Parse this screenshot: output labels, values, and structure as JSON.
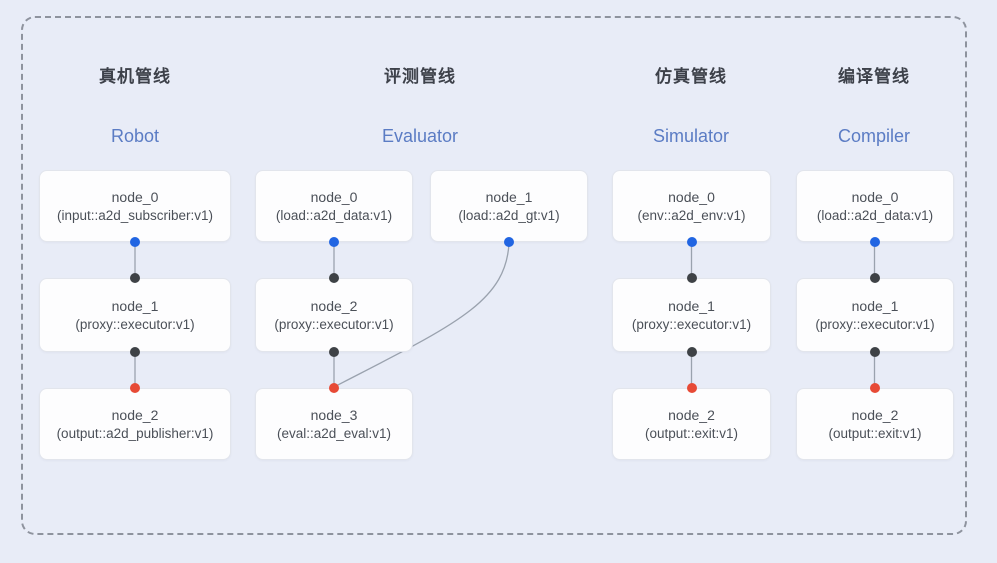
{
  "diagram": {
    "type": "pipeline-node-graph",
    "colors": {
      "background": "#e8ecf7",
      "frame_dash": "#8e939e",
      "node_bg": "#fdfdfe",
      "node_border": "#e2e5ec",
      "node_text": "#4b5058",
      "header_cn": "#3d414a",
      "header_en": "#5b7cc4",
      "edge_line": "#9aa2ae",
      "port_source_dot": "#2165e2",
      "port_input_dot": "#3e4246",
      "port_sink_dot": "#e74a36"
    },
    "pipelines": [
      {
        "title_cn": "真机管线",
        "title_en": "Robot",
        "nodes": [
          {
            "title": "node_0",
            "subtitle": "(input::a2d_subscriber:v1)"
          },
          {
            "title": "node_1",
            "subtitle": "(proxy::executor:v1)"
          },
          {
            "title": "node_2",
            "subtitle": "(output::a2d_publisher:v1)"
          }
        ],
        "edges": [
          "node_0->node_1",
          "node_1->node_2"
        ]
      },
      {
        "title_cn": "评测管线",
        "title_en": "Evaluator",
        "nodes": [
          {
            "title": "node_0",
            "subtitle": "(load::a2d_data:v1)"
          },
          {
            "title": "node_1",
            "subtitle": "(load::a2d_gt:v1)"
          },
          {
            "title": "node_2",
            "subtitle": "(proxy::executor:v1)"
          },
          {
            "title": "node_3",
            "subtitle": "(eval::a2d_eval:v1)"
          }
        ],
        "edges": [
          "node_0->node_2",
          "node_1->node_3",
          "node_2->node_3"
        ]
      },
      {
        "title_cn": "仿真管线",
        "title_en": "Simulator",
        "nodes": [
          {
            "title": "node_0",
            "subtitle": "(env::a2d_env:v1)"
          },
          {
            "title": "node_1",
            "subtitle": "(proxy::executor:v1)"
          },
          {
            "title": "node_2",
            "subtitle": "(output::exit:v1)"
          }
        ],
        "edges": [
          "node_0->node_1",
          "node_1->node_2"
        ]
      },
      {
        "title_cn": "编译管线",
        "title_en": "Compiler",
        "nodes": [
          {
            "title": "node_0",
            "subtitle": "(load::a2d_data:v1)"
          },
          {
            "title": "node_1",
            "subtitle": "(proxy::executor:v1)"
          },
          {
            "title": "node_2",
            "subtitle": "(output::exit:v1)"
          }
        ],
        "edges": [
          "node_0->node_1",
          "node_1->node_2"
        ]
      }
    ]
  }
}
